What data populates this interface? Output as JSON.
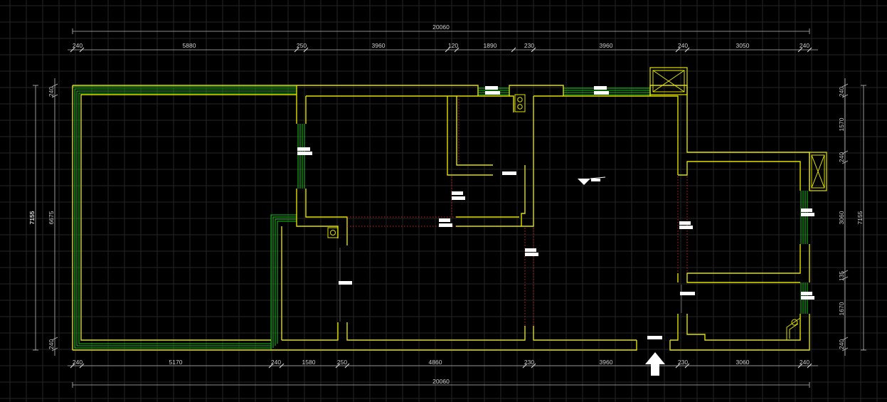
{
  "drawing": {
    "background": "#000000",
    "grid_color": "#262626",
    "wall_color": "#e0e000",
    "window_color": "#19c219",
    "opening_color": "#d32020",
    "dimension_color": "#cfcfcf"
  },
  "dimensions": {
    "top_total": "20060",
    "top_segments": [
      "240",
      "5880",
      "250",
      "3960",
      "120",
      "1890",
      "230",
      "3960",
      "240",
      "3050",
      "240"
    ],
    "bottom_total": "20060",
    "bottom_segments": [
      "240",
      "5170",
      "240",
      "1580",
      "250",
      "4860",
      "230",
      "3960",
      "230",
      "3060",
      "240"
    ],
    "left_total": "7155",
    "left_segments": [
      "240",
      "6675",
      "240"
    ],
    "right_total": "7155",
    "right_segments": [
      "240",
      "1570",
      "240",
      "3060",
      "135",
      "1670",
      "240"
    ]
  },
  "icons": {
    "entrance": "entrance-arrow-icon",
    "level_marker": "level-marker-icon",
    "shaft": "ventilation-shaft-icon",
    "drain": "floor-drain-icon"
  }
}
